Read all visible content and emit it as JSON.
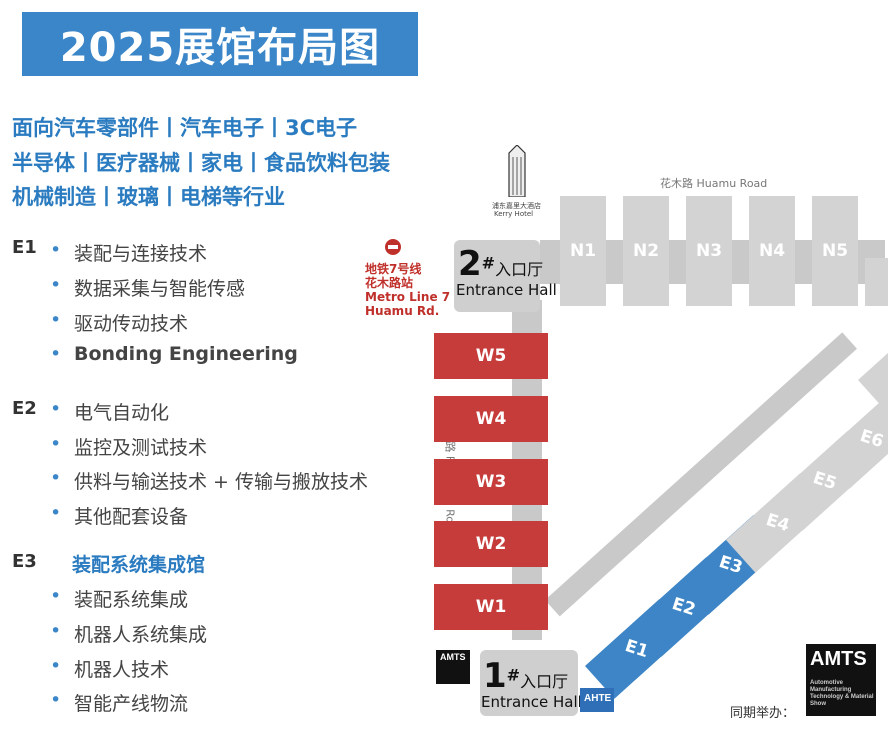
{
  "title": "2025展馆布局图",
  "industries": [
    "面向汽车零部件丨汽车电子丨3C电子",
    "半导体丨医疗器械丨家电丨食品饮料包装",
    "机械制造丨玻璃丨电梯等行业"
  ],
  "categories": [
    {
      "label": "E1",
      "items": [
        "装配与连接技术",
        "数据采集与智能传感",
        "驱动传动技术",
        "Bonding Engineering"
      ]
    },
    {
      "label": "E2",
      "items": [
        "电气自动化",
        "监控及测试技术",
        "供料与输送技术 + 传输与搬放技术",
        "其他配套设备"
      ]
    },
    {
      "label": "E3",
      "title": "装配系统集成馆",
      "items": [
        "装配系统集成",
        "机器人系统集成",
        "机器人技术",
        "智能产线物流"
      ]
    }
  ],
  "halls": {
    "north": [
      "N1",
      "N2",
      "N3",
      "N4",
      "N5"
    ],
    "west": [
      "W5",
      "W4",
      "W3",
      "W2",
      "W1"
    ],
    "east_gray": [
      "E6",
      "E5",
      "E4"
    ],
    "east_blue": [
      "E3",
      "E2",
      "E1"
    ]
  },
  "entrance2": {
    "num": "2",
    "sup": "#",
    "cn": "入口厅",
    "en": "Entrance Hall"
  },
  "entrance1": {
    "num": "1",
    "sup": "#",
    "cn": "入口厅",
    "en": "Entrance Hall"
  },
  "metro": {
    "line1": "地铁7号线",
    "line2": "花木路站",
    "line3": "Metro Line 7",
    "line4": "Huamu Rd."
  },
  "roads": {
    "huamu": "花木路  Huamu Road",
    "fangdian": "芳甸路  Fangdian Road"
  },
  "hotel": {
    "cn": "浦东嘉里大酒店",
    "en": "Kerry Hotel"
  },
  "organizer": "同期举办：",
  "logos": {
    "amts_small": "AMTS",
    "ahte": "AHTE",
    "amts_big": "AMTS"
  },
  "amts_sub": [
    "Automotive",
    "Manufacturing",
    "Technology & Material",
    "Show"
  ],
  "colors": {
    "banner": "#3a86c8",
    "west": "#c53c3a",
    "east_blue": "#3d85c6",
    "gray": "#d3d3d3"
  }
}
